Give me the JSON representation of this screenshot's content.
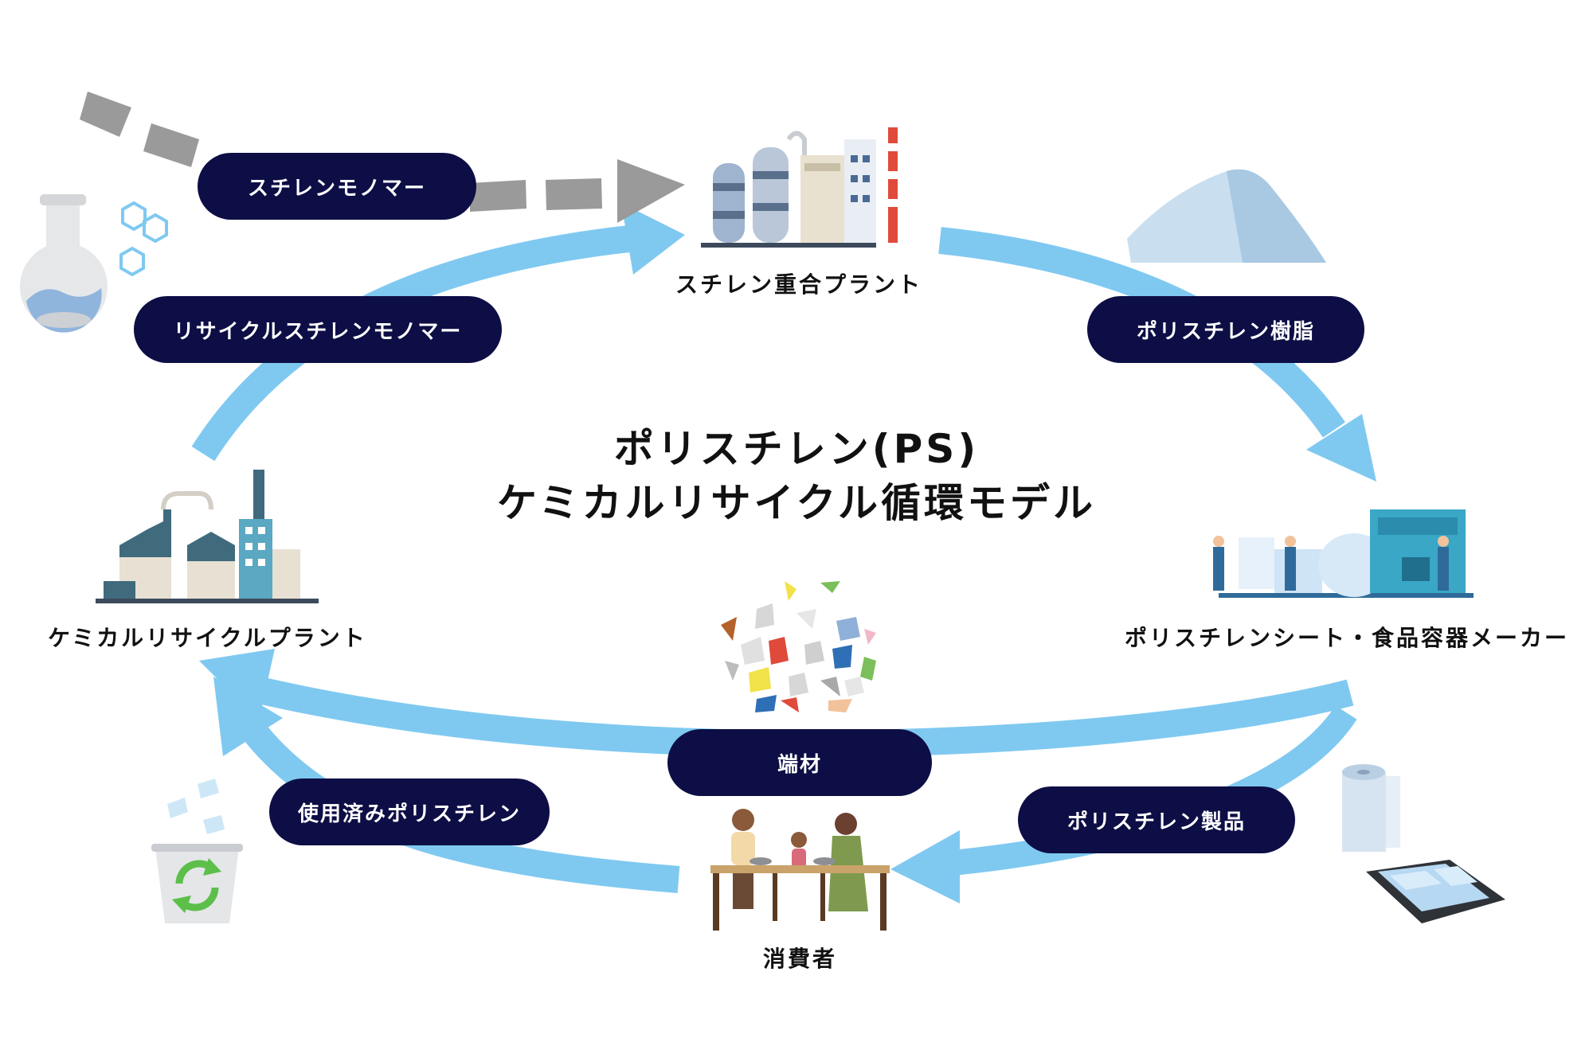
{
  "title": {
    "line1": "ポリスチレン(PS)",
    "line2": "ケミカルリサイクル循環モデル"
  },
  "nodes": {
    "polymerization_plant": "スチレン重合プラント",
    "sheet_maker": "ポリスチレンシート・食品容器メーカー",
    "consumer": "消費者",
    "chemical_plant": "ケミカルリサイクルプラント"
  },
  "flows": {
    "styrene_monomer": "スチレンモノマー",
    "recycled_monomer": "リサイクルスチレンモノマー",
    "ps_resin": "ポリスチレン樹脂",
    "ps_products": "ポリスチレン製品",
    "offcuts": "端材",
    "used_ps": "使用済みポリスチレン"
  },
  "colors": {
    "arrow": "#7fc9f1",
    "dashed_arrow": "#9a9a9a",
    "pill": "#0d0e45",
    "text": "#111111"
  }
}
